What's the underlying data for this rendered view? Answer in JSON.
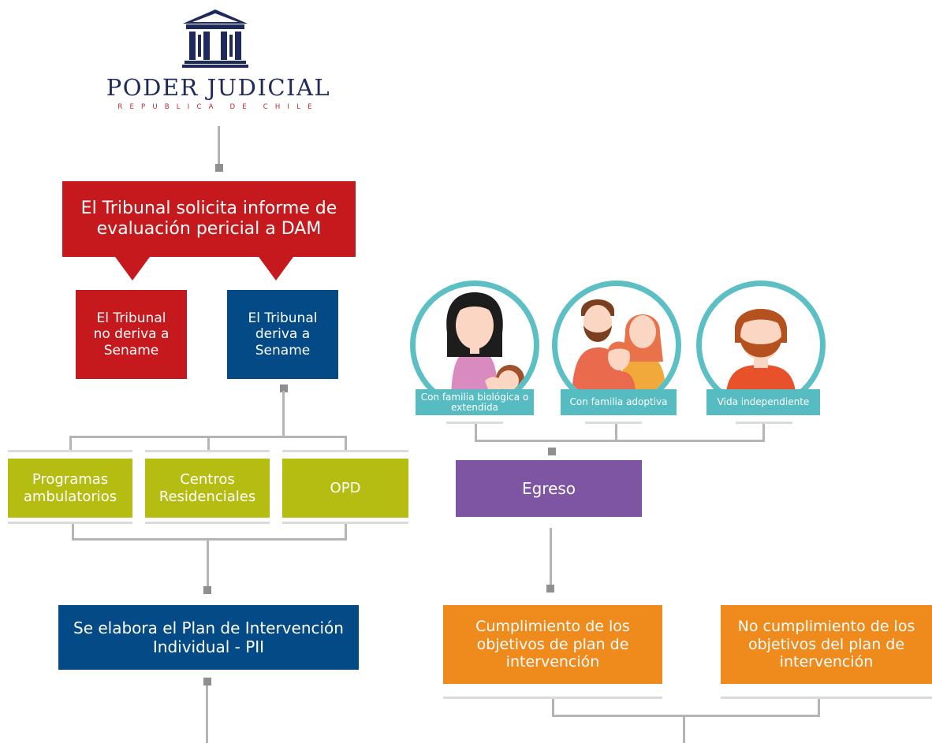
{
  "logo": {
    "title": "PODER JUDICIAL",
    "subtitle": "REPUBLICA DE CHILE",
    "icon": "courthouse-icon",
    "colors": {
      "navy": "#1d2a5b",
      "red": "#c1272d"
    }
  },
  "boxes": {
    "request": "El Tribunal solicita informe de evaluación pericial a DAM",
    "no_derive": "El Tribunal no deriva a Sename",
    "derive": "El Tribunal deriva a Sename",
    "programs": "Programas ambulatorios",
    "centers": "Centros Residenciales",
    "opd": "OPD",
    "plan": "Se elabora el Plan de Intervención Individual - PII",
    "egress": "Egreso",
    "fulfilled": "Cumplimiento de los objetivos de plan de intervención",
    "not_fulfilled": "No cumplimiento de los objetivos del plan de intervención"
  },
  "outcomes": [
    {
      "label": "Con familia biológica o extendida",
      "icon": "mother-with-baby-icon"
    },
    {
      "label": "Con familia adoptiva",
      "icon": "family-icon"
    },
    {
      "label": "Vida independiente",
      "icon": "young-man-icon"
    }
  ],
  "colors": {
    "red": "#c6191d",
    "navy": "#034a86",
    "olive": "#b5bc12",
    "purple": "#7e55a2",
    "orange": "#ef8a1d",
    "teal": "#56bcc1",
    "connector": "#b5b5b5"
  }
}
